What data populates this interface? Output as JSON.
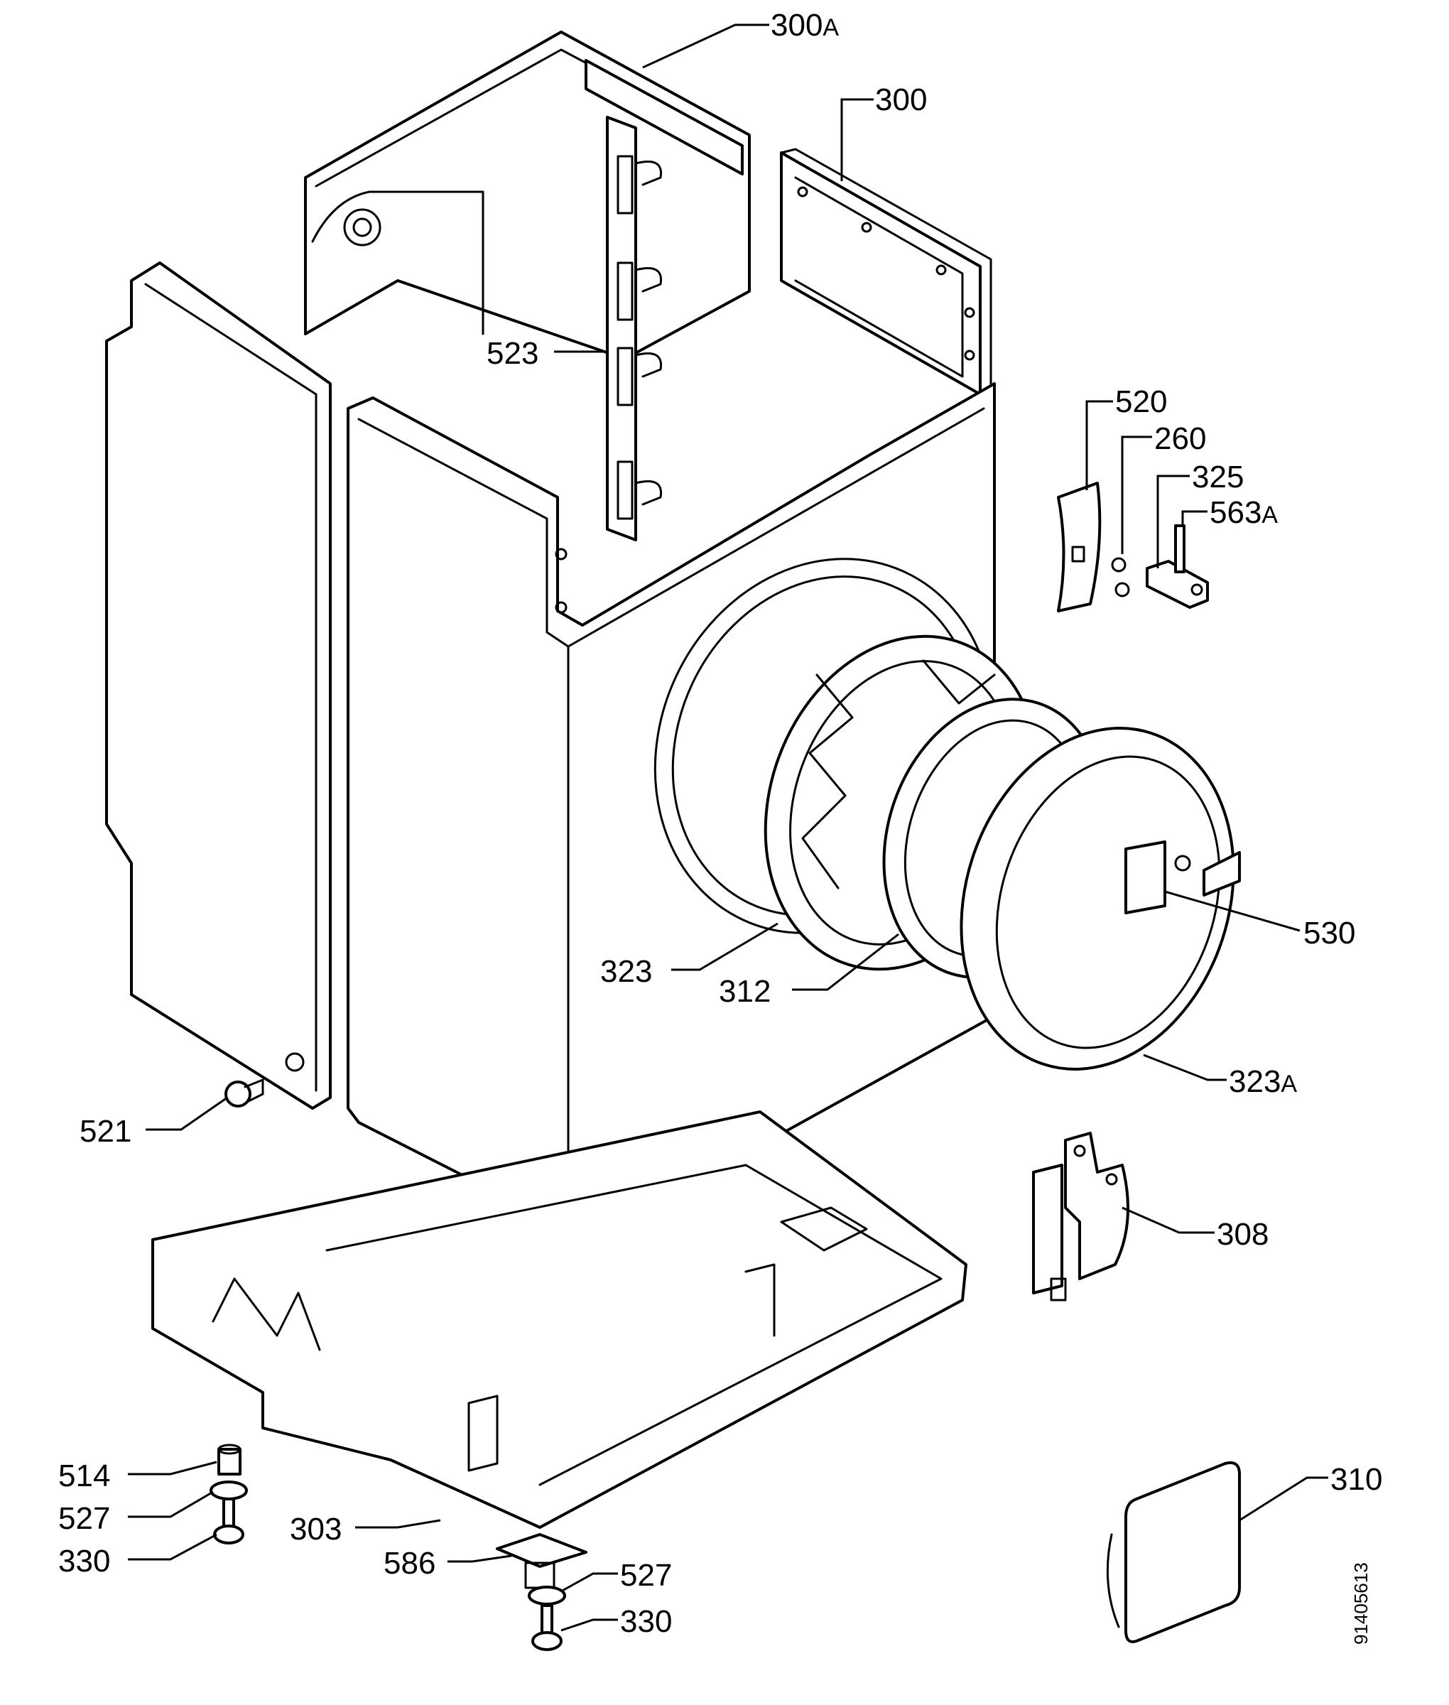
{
  "diagram": {
    "labels": {
      "l300A": {
        "num": "300",
        "suffix": "A"
      },
      "l300": {
        "num": "300"
      },
      "l523": {
        "num": "523"
      },
      "l520": {
        "num": "520"
      },
      "l260": {
        "num": "260"
      },
      "l325": {
        "num": "325"
      },
      "l563A": {
        "num": "563",
        "suffix": "A"
      },
      "l530": {
        "num": "530"
      },
      "l323": {
        "num": "323"
      },
      "l312": {
        "num": "312"
      },
      "l323A": {
        "num": "323",
        "suffix": "A"
      },
      "l521": {
        "num": "521"
      },
      "l308": {
        "num": "308"
      },
      "l303": {
        "num": "303"
      },
      "l586": {
        "num": "586"
      },
      "l527a": {
        "num": "527"
      },
      "l527b": {
        "num": "527"
      },
      "l514": {
        "num": "514"
      },
      "l330a": {
        "num": "330"
      },
      "l330b": {
        "num": "330"
      },
      "l310": {
        "num": "310"
      }
    },
    "document_id": "91405613"
  }
}
